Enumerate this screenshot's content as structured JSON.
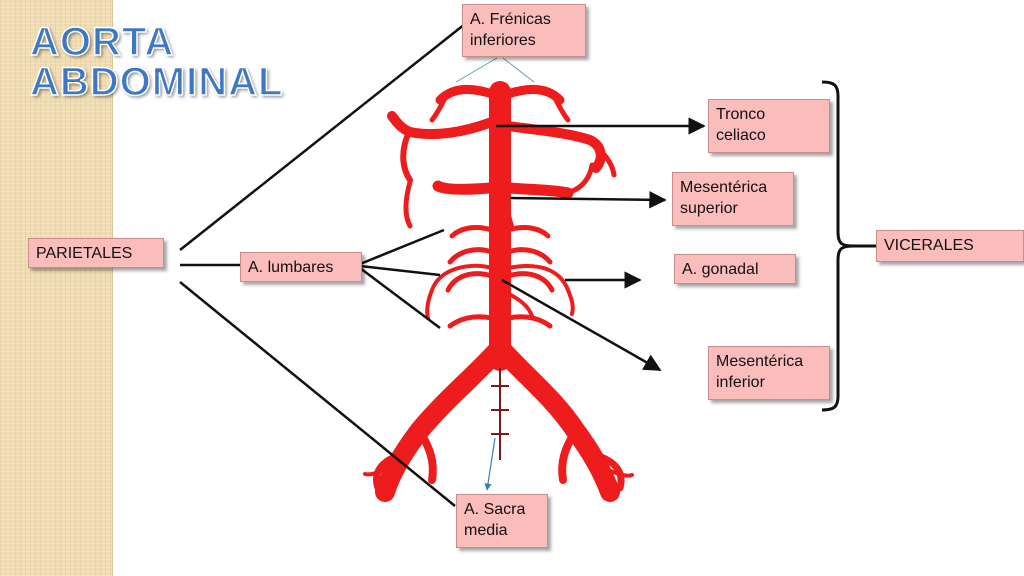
{
  "slide": {
    "title_line1": "AORTA",
    "title_line2": "ABDOMINAL"
  },
  "labels": {
    "frenicas": "A. Frénicas\ninferiores",
    "tronco": "Tronco\nceliaco",
    "mesenterica_sup": "Mesentérica\nsuperior",
    "parietales": "PARIETALES",
    "lumbares": "A. lumbares",
    "viscerales": "VICERALES",
    "gonadal": "A. gonadal",
    "mesenterica_inf": "Mesentérica\ninferior",
    "sacra": "A. Sacra\nmedia"
  },
  "colors": {
    "artery": "#ee1c1c",
    "box_fill": "#fbbcbc",
    "title": "#3e78c2",
    "sidebar": "#efdcb4"
  }
}
